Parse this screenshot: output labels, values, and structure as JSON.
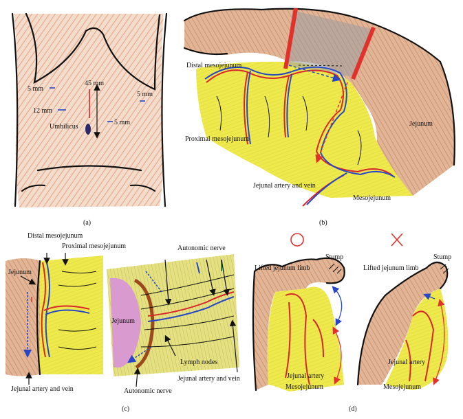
{
  "panel_a": {
    "caption": "(a)",
    "labels": {
      "top_left_5mm": "5 mm",
      "right_5mm": "5 mm",
      "left_12mm": "12 mm",
      "vertical_45mm": "45 mm",
      "bottom_5mm": "5 mm",
      "umbilicus": "Umbilicus"
    }
  },
  "panel_b": {
    "caption": "(b)",
    "labels": {
      "distal_mesojejunum": "Distal mesojejunum",
      "proximal_mesojejunum": "Proximal mesojejunum",
      "jejunum": "Jejunum",
      "jejunal_artery_vein": "Jejunal artery and vein",
      "mesojejunum": "Mesojejunum"
    }
  },
  "panel_c": {
    "caption": "(c)",
    "labels": {
      "distal_mesojejunum": "Distal mesojejunum",
      "proximal_mesojejunum": "Proximal mesojejunum",
      "jejunum_left": "Jejunum",
      "jejunal_artery_vein_left": "Jejunal artery and vein",
      "autonomic_nerve_top": "Autonomic nerve",
      "jejunum_right": "Jejunum",
      "lymph_nodes": "Lymph nodes",
      "jejunal_artery_vein_right": "Jejunal artery and vein",
      "autonomic_nerve_bottom": "Autonomic nerve"
    }
  },
  "panel_d": {
    "caption": "(d)",
    "good_mark": "○",
    "bad_mark": "×",
    "colors": {
      "mark": "#e0322b"
    },
    "labels": {
      "stump_left": "Stump",
      "lifted_limb_left": "Lifted jejunum limb",
      "jejunal_artery_left": "Jejunal artery",
      "mesojejunum_left": "Mesojejunum",
      "stump_right": "Stump",
      "lifted_limb_right": "Lifted jejunum limb",
      "jejunal_artery_right": "Jejunal artery",
      "mesojejunum_right": "Mesojejunum"
    }
  }
}
